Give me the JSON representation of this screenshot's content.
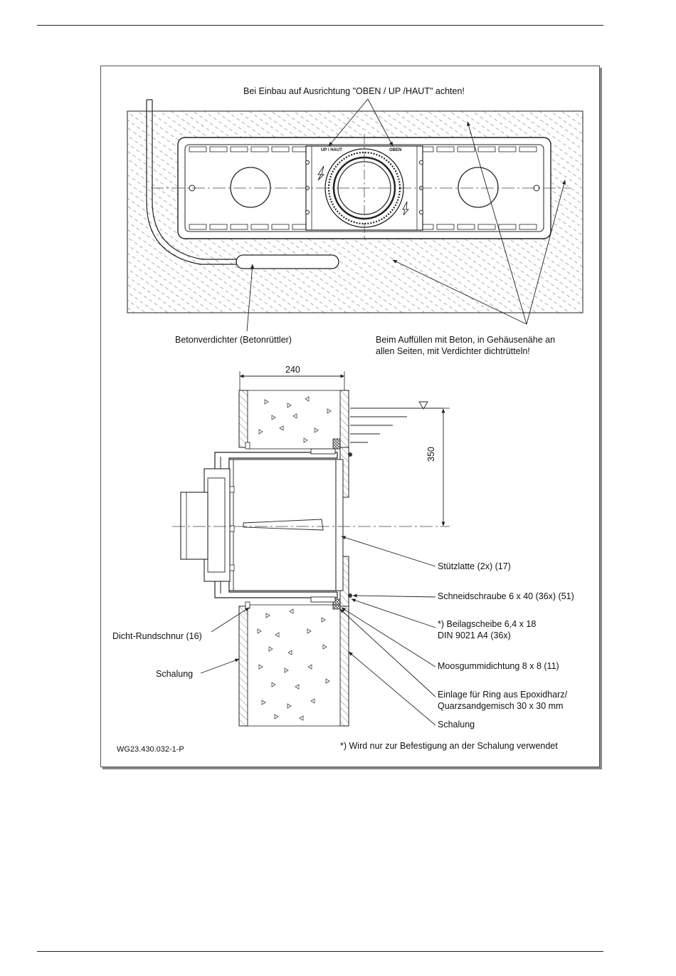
{
  "labels": {
    "orientation_note": "Bei Einbau auf Ausrichtung \"OBEN / UP /HAUT\" achten!",
    "up_haut": "UP / HAUT",
    "oben": "OBEN",
    "vibrator": "Betonverdichter (Betonrüttler)",
    "fill_note_1": "Beim Auffüllen mit Beton, in Gehäusenähe an",
    "fill_note_2": "allen Seiten, mit Verdichter dichtrütteln!",
    "dim_240": "240",
    "dim_350": "350",
    "stuetzlatte": "Stützlatte (2x) (17)",
    "schneidschraube": "Schneidschraube 6 x 40 (36x) (51)",
    "beilagscheibe_1": "*) Beilagscheibe 6,4 x 18",
    "beilagscheibe_2": "DIN 9021 A4 (36x)",
    "dicht_rundschnur": "Dicht-Rundschnur (16)",
    "schalung_left": "Schalung",
    "moosgummi": "Moosgummidichtung 8 x 8 (11)",
    "einlage_1": "Einlage für Ring aus Epoxidharz/",
    "einlage_2": "Quarzsandgemisch 30 x 30 mm",
    "schalung_right": "Schalung",
    "drawing_number": "WG23.430.032-1-P",
    "footnote": "*) Wird nur zur Befestigung an der Schalung verwendet"
  },
  "colors": {
    "line": "#222222",
    "hatch": "#9a9a9a",
    "fill_dark": "#555555"
  }
}
